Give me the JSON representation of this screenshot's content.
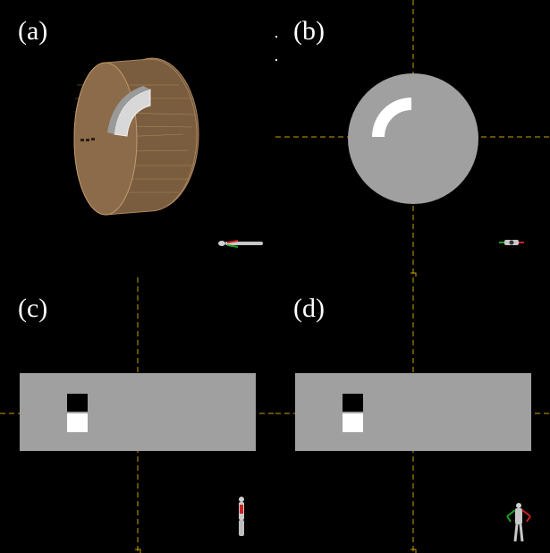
{
  "panels": [
    {
      "id": "a",
      "label": "(a)"
    },
    {
      "id": "b",
      "label": "(b)"
    },
    {
      "id": "c",
      "label": "(c)"
    },
    {
      "id": "d",
      "label": "(d)"
    }
  ],
  "colors": {
    "background": "#000000",
    "geometry_gray": "#a0a0a0",
    "insert_white": "#ffffff",
    "crosshair": "#c8a000",
    "cylinder_brown": "#8a6a48",
    "figure_red": "#d02020",
    "figure_green": "#20a020"
  },
  "icons": [
    "orientation-figure-icon"
  ]
}
